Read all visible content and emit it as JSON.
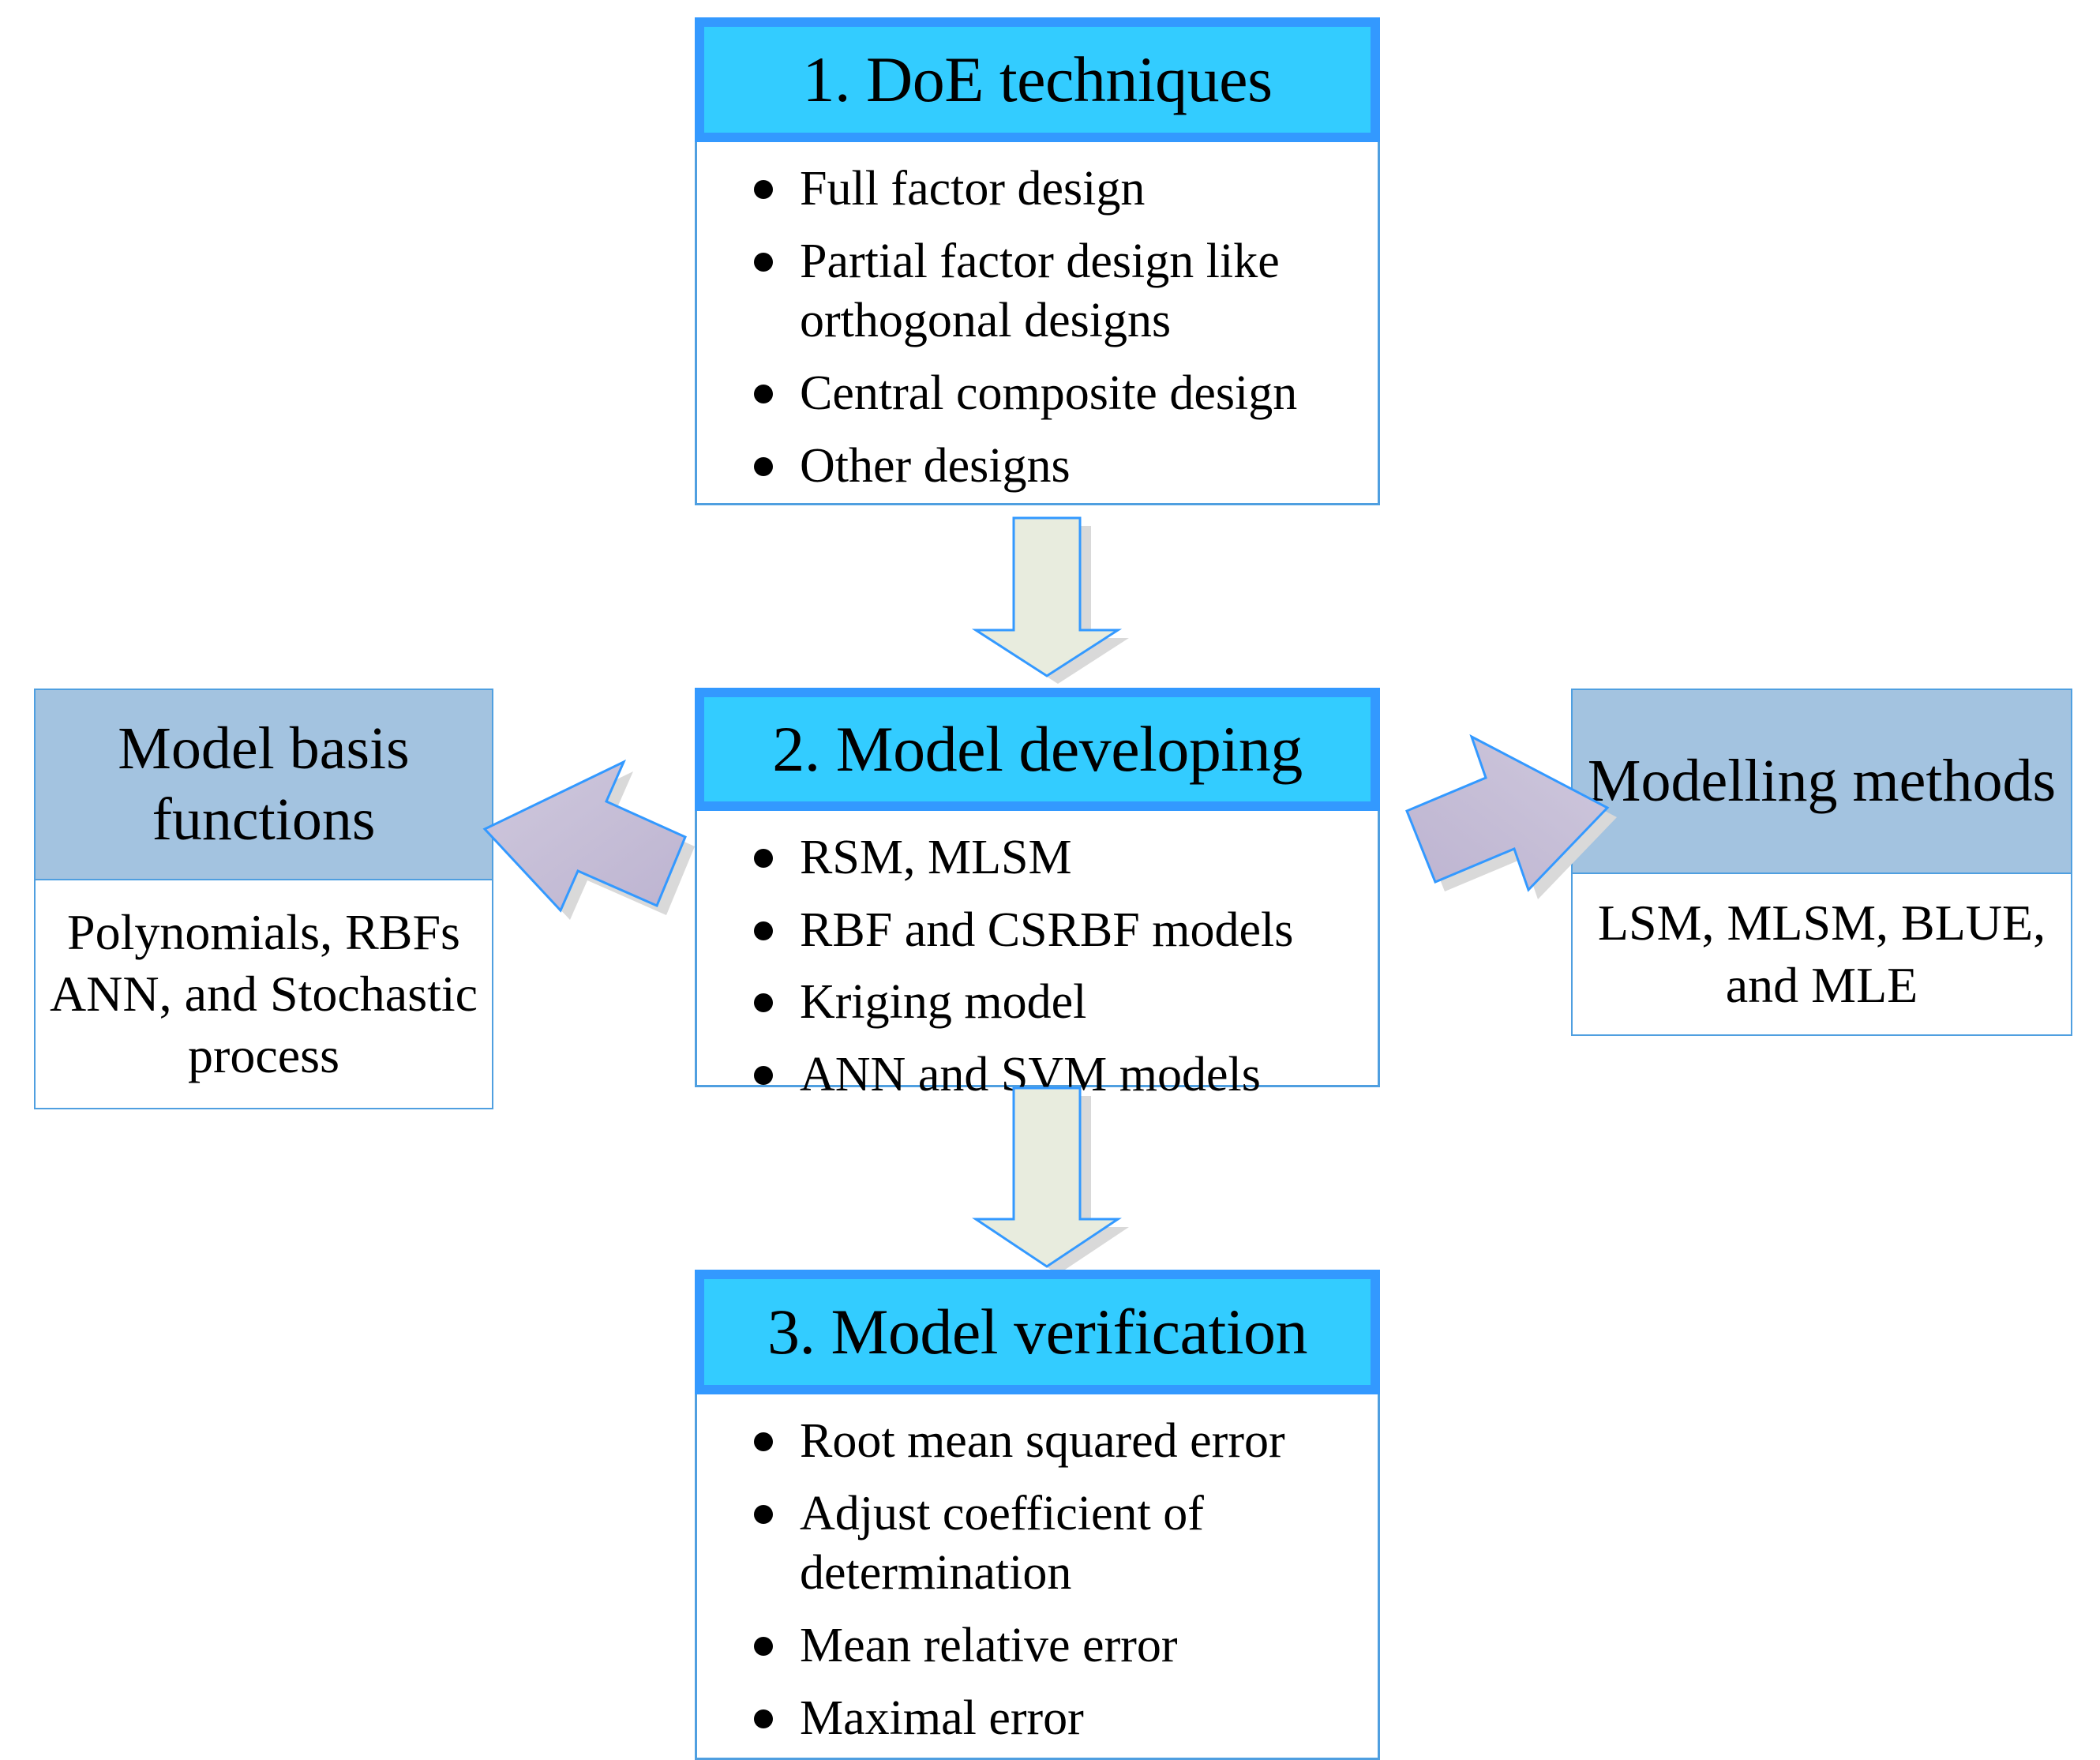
{
  "colors": {
    "main_header_fill": "#33CCFF",
    "main_header_border": "#3399FF",
    "side_header_fill": "#A3C3E0",
    "box_border": "#4F9FE0",
    "down_arrow_fill": "#E8ECDE",
    "side_arrow_fill": "#C3BCD5",
    "arrow_border": "#3399FF",
    "arrow_shadow": "#D9D9D9",
    "text": "#000000"
  },
  "flow": {
    "steps": [
      {
        "id": "doe",
        "title": "1. DoE techniques",
        "items": [
          "Full factor design",
          "Partial factor design like orthogonal designs",
          "Central composite design",
          "Other designs"
        ]
      },
      {
        "id": "model_developing",
        "title": "2. Model developing",
        "items": [
          "RSM, MLSM",
          "RBF and CSRBF models",
          "Kriging model",
          "ANN and SVM models"
        ]
      },
      {
        "id": "model_verification",
        "title": "3. Model verification",
        "items": [
          "Root mean squared error",
          "Adjust coefficient of determination",
          "Mean relative error",
          "Maximal error"
        ]
      }
    ],
    "side_left": {
      "id": "model_basis_functions",
      "title": "Model basis functions",
      "text": "Polynomials, RBFs ANN, and Stochastic process"
    },
    "side_right": {
      "id": "modelling_methods",
      "title": "Modelling methods",
      "text": "LSM, MLSM, BLUE, and MLE"
    },
    "connectors": [
      {
        "id": "doe-to-developing",
        "icon": "arrow-down-icon",
        "from": "doe",
        "to": "model_developing"
      },
      {
        "id": "developing-to-verification",
        "icon": "arrow-down-icon",
        "from": "model_developing",
        "to": "model_verification"
      },
      {
        "id": "basis-to-developing",
        "icon": "arrow-diagonal-right-icon",
        "from": "model_basis_functions",
        "to": "model_developing"
      },
      {
        "id": "methods-to-developing",
        "icon": "arrow-diagonal-left-icon",
        "from": "modelling_methods",
        "to": "model_developing"
      }
    ]
  }
}
